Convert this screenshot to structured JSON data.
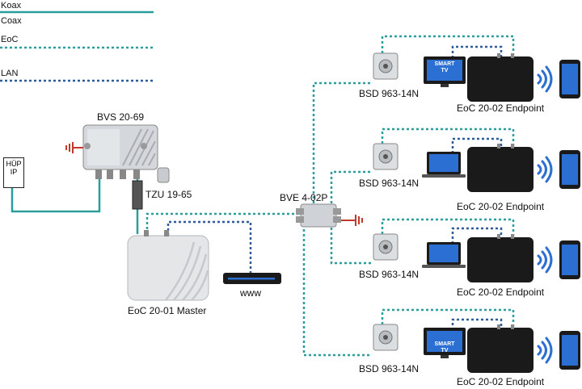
{
  "legend": [
    {
      "label": "Koax",
      "line_style": "solid",
      "color": "#2a9d9d"
    },
    {
      "label": "Coax",
      "line_style": "solid",
      "color": "#2a9d9d"
    },
    {
      "label": "EoC",
      "line_style": "dotted",
      "color": "#2a9d9d"
    },
    {
      "label": "LAN",
      "line_style": "dotted",
      "color": "#2e5c9a"
    }
  ],
  "colors": {
    "coax": "#2a9d9d",
    "eoc": "#2a9d9d",
    "lan": "#2e5c9a",
    "ground": "#c0392b",
    "device_black": "#1a1a1a",
    "wifi": "#2a6fd1"
  },
  "devices": {
    "hup": {
      "line1": "HÜP",
      "line2": "IP"
    },
    "amplifier": {
      "label": "BVS 20-69"
    },
    "filter": {
      "label": "TZU 19-65"
    },
    "master": {
      "label": "EoC 20-01 Master"
    },
    "router": {
      "label": "www"
    },
    "splitter": {
      "label": "BVE 4-02P"
    }
  },
  "branches": [
    {
      "socket_label": "BSD 963-14N",
      "endpoint_label": "EoC 20-02 Endpoint",
      "display": "smart-tv",
      "tv_text": "SMART\nTV"
    },
    {
      "socket_label": "BSD 963-14N",
      "endpoint_label": "EoC 20-02 Endpoint",
      "display": "laptop"
    },
    {
      "socket_label": "BSD 963-14N",
      "endpoint_label": "EoC 20-02 Endpoint",
      "display": "laptop"
    },
    {
      "socket_label": "BSD 963-14N",
      "endpoint_label": "EoC 20-02 Endpoint",
      "display": "smart-tv",
      "tv_text": "SMART\nTV"
    }
  ]
}
